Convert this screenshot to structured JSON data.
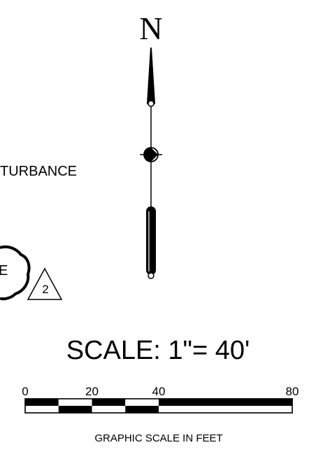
{
  "north_arrow": {
    "letter": "N"
  },
  "note": {
    "text": "TURBANCE"
  },
  "revision_callout": {
    "circle_letter": "E",
    "triangle_number": "2"
  },
  "scale": {
    "title": "SCALE: 1\"= 40'",
    "bar": {
      "labels": [
        {
          "value": 0,
          "text": "0"
        },
        {
          "value": 20,
          "text": "20"
        },
        {
          "value": 40,
          "text": "40"
        },
        {
          "value": 80,
          "text": "80"
        }
      ],
      "max": 80,
      "segment_edges": [
        0,
        10,
        20,
        30,
        40,
        80
      ],
      "caption": "GRAPHIC SCALE IN FEET"
    }
  },
  "colors": {
    "ink": "#000000",
    "paper": "#ffffff"
  }
}
